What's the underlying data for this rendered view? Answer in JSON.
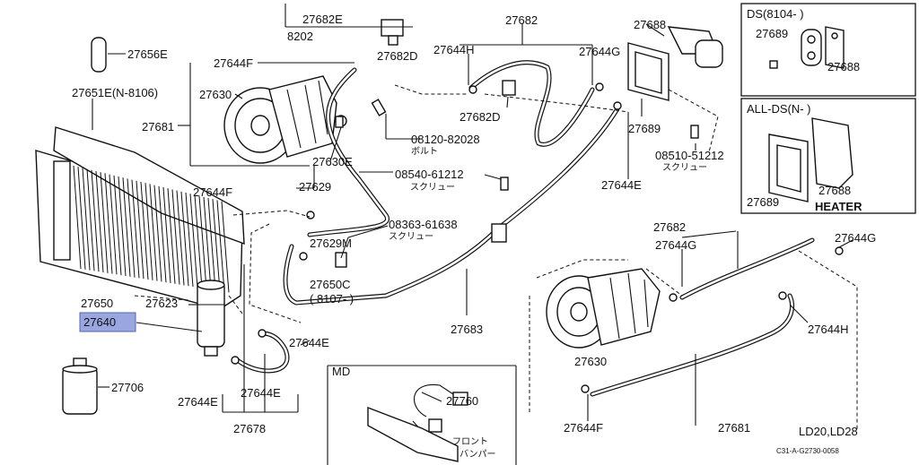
{
  "labels": {
    "p27682E": "27682E",
    "p27682D_top": "27682D",
    "p8202": "8202",
    "p27656E": "27656E",
    "p27644F_top": "27644F",
    "p27651E": "27651E(N-8106)",
    "p27630_top": "27630",
    "p27681_left": "27681",
    "p27630E": "27630E",
    "p27644F_mid": "27644F",
    "p27629": "27629",
    "p27629M": "27629M",
    "p27650C": "27650C",
    "p8107": "( 8107-    )",
    "p27650": "27650",
    "p27623": "27623",
    "p27640": "27640",
    "p27706": "27706",
    "p27644E_left": "27644E",
    "p27644E_mid": "27644E",
    "p27644E_lower": "27644E",
    "p27678": "27678",
    "p27682_top": "27682",
    "p27644H_top": "27644H",
    "p27644G_top": "27644G",
    "p27682D_mid": "27682D",
    "bolt_num": "08120-82028",
    "bolt_jp": "ボルト",
    "screw1_num": "08540-61212",
    "screw1_jp": "スクリュー",
    "screw2_num": "08363-61638",
    "screw2_jp": "スクリュー",
    "p27644E_right": "27644E",
    "p27683": "27683",
    "p27688_top": "27688",
    "p27689_mid": "27689",
    "screw3_num": "08510-51212",
    "screw3_jp": "スクリュー",
    "p27682_right": "27682",
    "p27644G_right": "27644G",
    "p27644G_far": "27644G",
    "p27630_right": "27630",
    "p27644H_right": "27644H",
    "p27644F_bottom": "27644F",
    "p27681_bottom": "27681",
    "md_label": "MD",
    "p27760": "27760",
    "front_jp": "フロント",
    "bumper_jp": "バンパー",
    "ds_title": "DS(8104-     )",
    "ds_27689": "27689",
    "ds_27688": "27688",
    "allds_title": "ALL-DS(N-     )",
    "allds_27689": "27689",
    "allds_27688": "27688",
    "heater": "HEATER",
    "engine_models": "LD20,LD28",
    "drawing_code": "C31-A-G2730-0058"
  }
}
